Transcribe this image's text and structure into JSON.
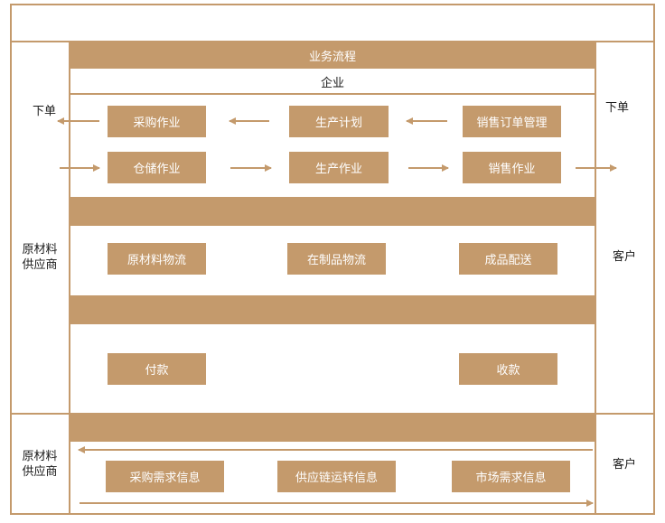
{
  "colors": {
    "accent": "#c49a6c",
    "text": "#1a1a1a",
    "box_text": "#ffffff"
  },
  "header": {
    "title": "业务流程",
    "enterprise": "企业"
  },
  "left_labels": {
    "order": "下单",
    "supplier_top": "原材料\n供应商",
    "supplier_bottom": "原材料\n供应商"
  },
  "right_labels": {
    "order": "下单",
    "customer_top": "客户",
    "customer_bottom": "客户"
  },
  "business_row1": [
    "采购作业",
    "生产计划",
    "销售订单管理"
  ],
  "business_row2": [
    "仓储作业",
    "生产作业",
    "销售作业"
  ],
  "logistics": [
    "原材料物流",
    "在制品物流",
    "成品配送"
  ],
  "finance": [
    "付款",
    "收款"
  ],
  "information": [
    "采购需求信息",
    "供应链运转信息",
    "市场需求信息"
  ]
}
